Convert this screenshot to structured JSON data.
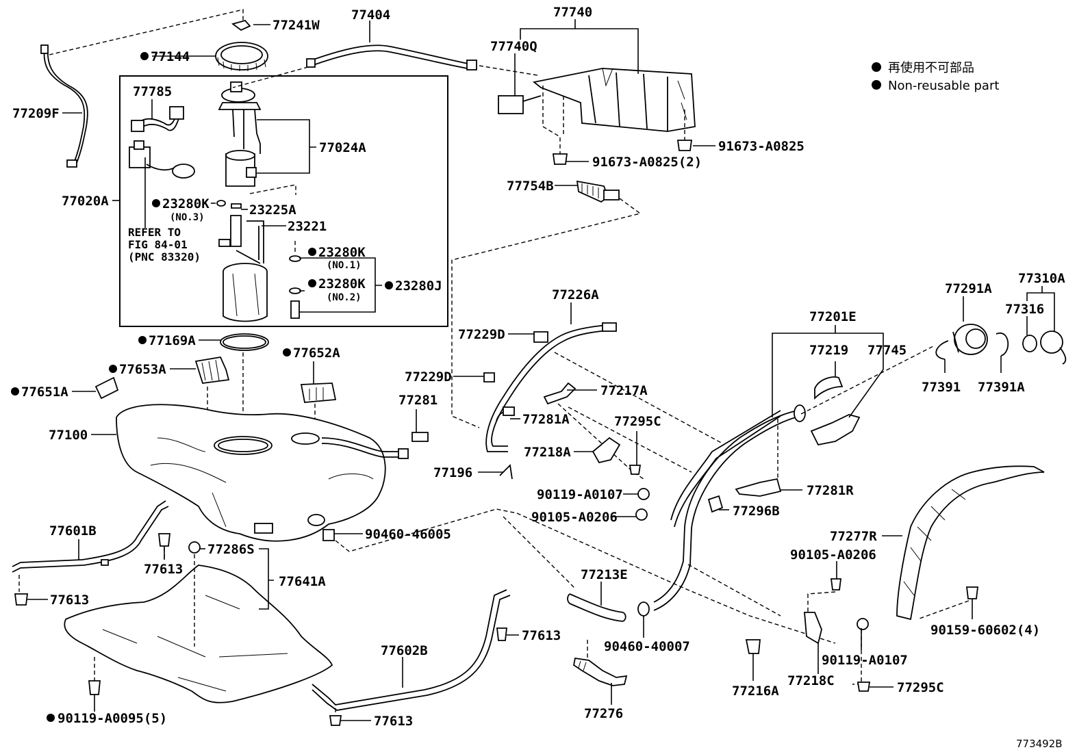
{
  "legend": {
    "jp": "再使用不可部品",
    "en": "Non-reusable part"
  },
  "reference_number": "773492B",
  "refer_note": [
    "REFER TO",
    "FIG 84-01",
    "(PNC 83320)"
  ],
  "labels": {
    "p77241W": "77241W",
    "p77404": "77404",
    "p77740": "77740",
    "p77740Q": "77740Q",
    "p77144": "77144",
    "p77209F": "77209F",
    "p77785": "77785",
    "p77024A": "77024A",
    "p77020A": "77020A",
    "p23280K_3": "23280K",
    "p23280K_3_sub": "(NO.3)",
    "p23225A": "23225A",
    "p23221": "23221",
    "p23280K_1": "23280K",
    "p23280K_1_sub": "(NO.1)",
    "p23280K_2": "23280K",
    "p23280K_2_sub": "(NO.2)",
    "p23280J": "23280J",
    "p91673_A0825": "91673-A0825",
    "p91673_A0825_2": "91673-A0825(2)",
    "p77754B": "77754B",
    "p77169A": "77169A",
    "p77226A": "77226A",
    "p77229D_a": "77229D",
    "p77229D_b": "77229D",
    "p77653A": "77653A",
    "p77652A": "77652A",
    "p77651A": "77651A",
    "p77281": "77281",
    "p77281A": "77281A",
    "p77217A": "77217A",
    "p77201E": "77201E",
    "p77219": "77219",
    "p77745": "77745",
    "p77291A": "77291A",
    "p77310A": "77310A",
    "p77316": "77316",
    "p77391": "77391",
    "p77391A": "77391A",
    "p77100": "77100",
    "p77295C_a": "77295C",
    "p77218A": "77218A",
    "p77196": "77196",
    "p90119_A0107_a": "90119-A0107",
    "p90105_A0206_a": "90105-A0206",
    "p77281R": "77281R",
    "p77296B": "77296B",
    "p77601B": "77601B",
    "p90460_46005": "90460-46005",
    "p77286S": "77286S",
    "p77613_a": "77613",
    "p77641A": "77641A",
    "p77613_b": "77613",
    "p77277R": "77277R",
    "p90105_A0206_b": "90105-A0206",
    "p77213E": "77213E",
    "p77613_c": "77613",
    "p90460_40007": "90460-40007",
    "p77602B": "77602B",
    "p90159_60602": "90159-60602(4)",
    "p90119_A0107_b": "90119-A0107",
    "p77216A": "77216A",
    "p77218C": "77218C",
    "p77295C_b": "77295C",
    "p90119_A0095": "90119-A0095(5)",
    "p77613_d": "77613",
    "p77276": "77276"
  }
}
